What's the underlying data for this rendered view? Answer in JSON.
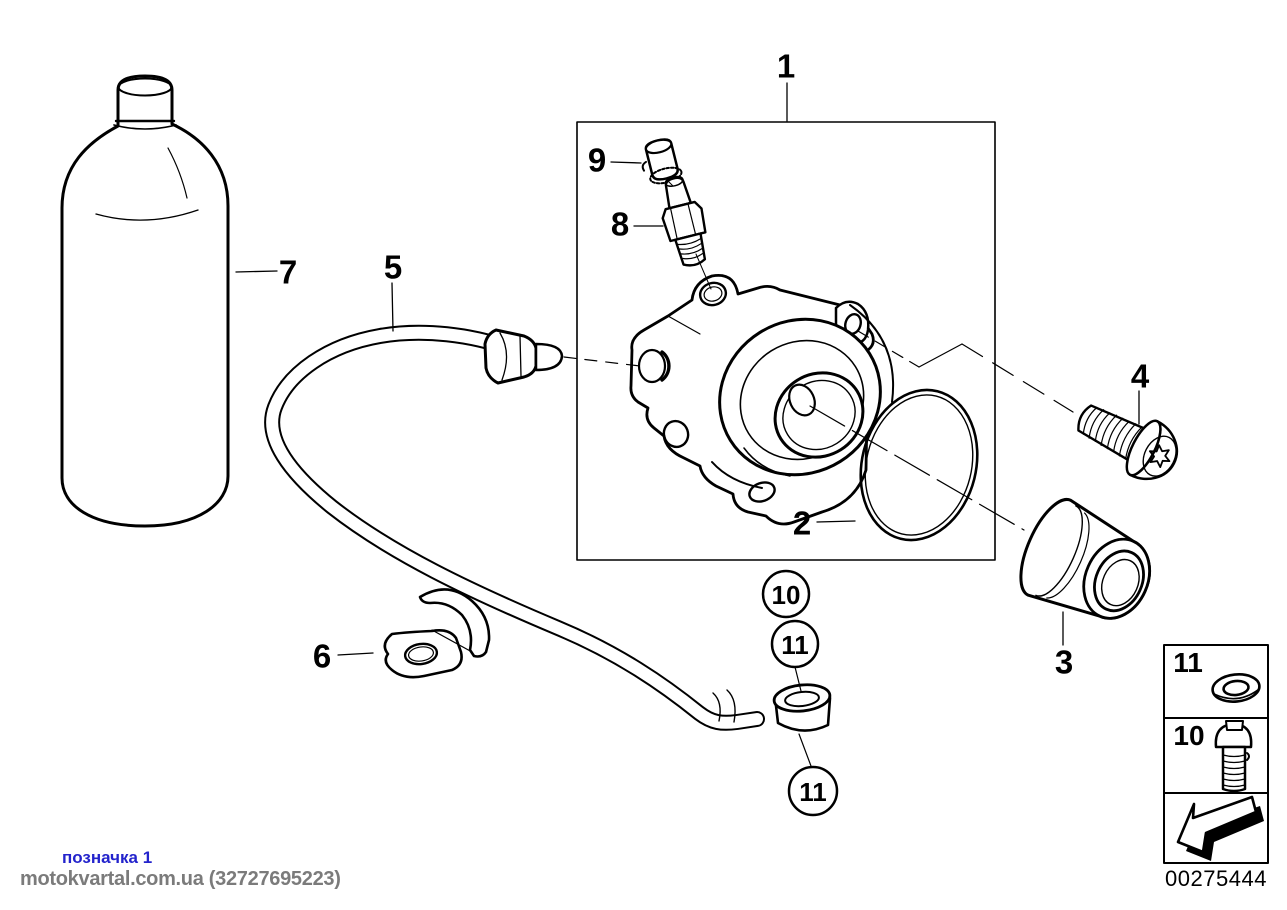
{
  "colors": {
    "line": "#000000",
    "background": "#ffffff",
    "note_link_blue": "#2323cc",
    "watermark_gray": "#7b7b7b"
  },
  "part_labels": {
    "p1": "1",
    "p2": "2",
    "p3": "3",
    "p4": "4",
    "p5": "5",
    "p6": "6",
    "p7": "7",
    "p8": "8",
    "p9": "9"
  },
  "callout_bubbles": {
    "b10": "10",
    "b11_top": "11",
    "b11_bottom": "11"
  },
  "legend": {
    "row_washer_label": "11",
    "row_screw_label": "10"
  },
  "drawing_number": "00275444",
  "footer": {
    "note": "позначка 1",
    "watermark": "motokvartal.com.ua (32727695223)"
  }
}
